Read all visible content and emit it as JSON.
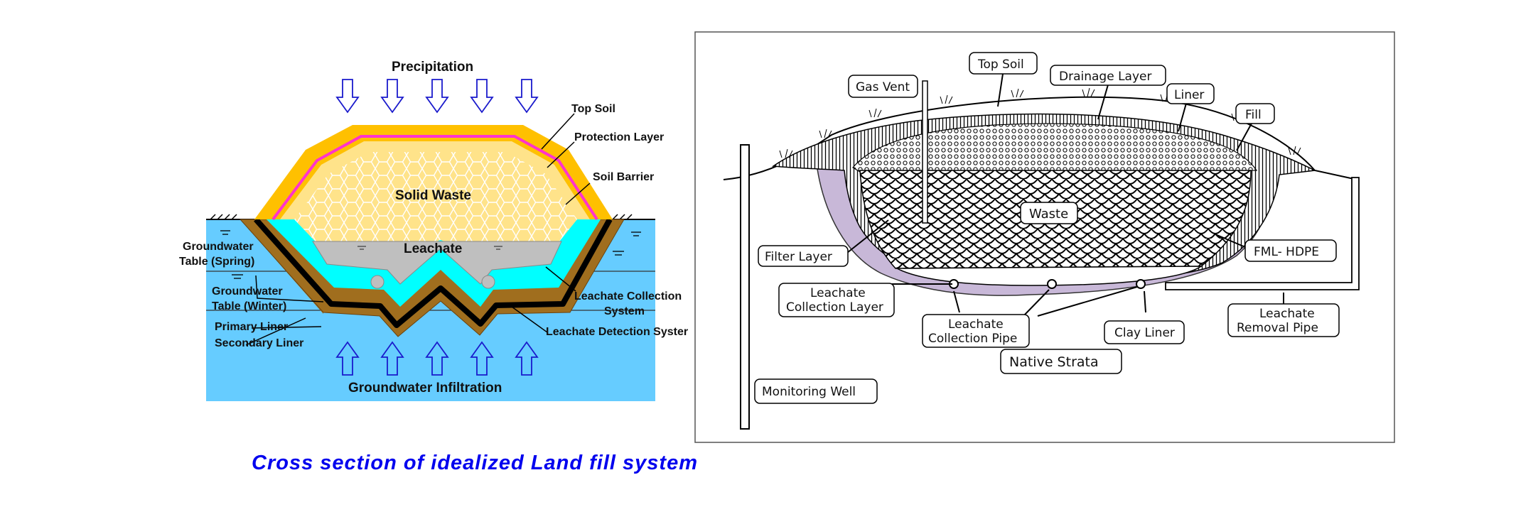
{
  "left_diagram": {
    "precipitation": "Precipitation",
    "top_soil": "Top Soil",
    "protection_layer": "Protection Layer",
    "soil_barrier": "Soil Barrier",
    "solid_waste": "Solid Waste",
    "leachate": "Leachate",
    "groundwater_table_spring_1": "Groundwater",
    "groundwater_table_spring_2": "Table (Spring)",
    "groundwater_table_winter_1": "Groundwater",
    "groundwater_table_winter_2": "Table (Winter)",
    "primary_liner": "Primary Liner",
    "secondary_liner": "Secondary Liner",
    "leachate_collection_1": "Leachate Collection",
    "leachate_collection_2": "System",
    "leachate_detection": "Leachate Detection Syster",
    "groundwater_infiltration": "Groundwater Infiltration",
    "colors": {
      "groundwater": "#66ccff",
      "top_soil": "#ffc000",
      "protection_layer": "#ff33cc",
      "soil_barrier": "#ffe38a",
      "leachate_pool": "#bfbfbf",
      "collection_layer": "#00ffff",
      "liner": "#a06e1e",
      "arrows": "#1a1acc"
    }
  },
  "right_diagram": {
    "gas_vent": "Gas Vent",
    "top_soil": "Top Soil",
    "drainage_layer": "Drainage Layer",
    "liner": "Liner",
    "fill": "Fill",
    "waste": "Waste",
    "filter_layer": "Filter Layer",
    "fml_hdpe": "FML- HDPE",
    "leachate_collection_layer_1": "Leachate",
    "leachate_collection_layer_2": "Collection Layer",
    "leachate_collection_pipe_1": "Leachate",
    "leachate_collection_pipe_2": "Collection Pipe",
    "clay_liner": "Clay Liner",
    "leachate_removal_pipe_1": "Leachate",
    "leachate_removal_pipe_2": "Removal Pipe",
    "native_strata": "Native Strata",
    "monitoring_well": "Monitoring Well",
    "colors": {
      "clay_liner": "#c8b8d8"
    }
  },
  "caption": "Cross section of idealized Land fill system"
}
